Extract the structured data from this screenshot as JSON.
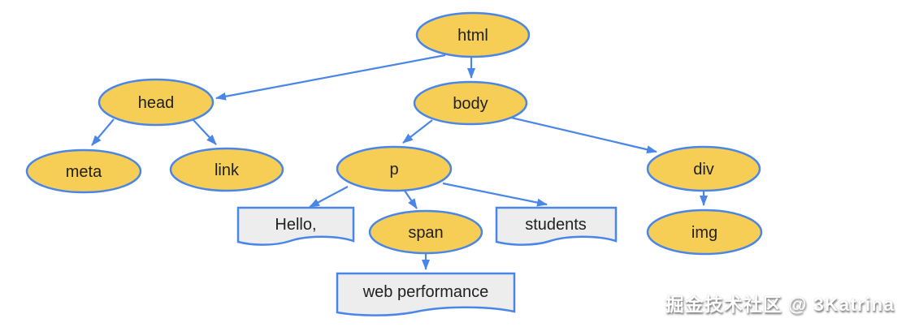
{
  "diagram": {
    "type": "dom-tree",
    "background": "#ffffff",
    "colors": {
      "element_node_fill": "#f7ce55",
      "element_node_stroke": "#4a86e8",
      "text_node_fill": "#ededee",
      "text_node_stroke": "#4a86e8",
      "arrow": "#4a86e8",
      "label": "#212121"
    },
    "nodes": {
      "html": "html",
      "head": "head",
      "body": "body",
      "meta": "meta",
      "link": "link",
      "p": "p",
      "div": "div",
      "span": "span",
      "img": "img",
      "hello": "Hello,",
      "students": "students",
      "web_performance": "web performance"
    },
    "edges": [
      {
        "from": "html",
        "to": "head"
      },
      {
        "from": "html",
        "to": "body"
      },
      {
        "from": "head",
        "to": "meta"
      },
      {
        "from": "head",
        "to": "link"
      },
      {
        "from": "body",
        "to": "p"
      },
      {
        "from": "body",
        "to": "div"
      },
      {
        "from": "p",
        "to": "hello"
      },
      {
        "from": "p",
        "to": "span"
      },
      {
        "from": "p",
        "to": "students"
      },
      {
        "from": "span",
        "to": "web_performance"
      },
      {
        "from": "div",
        "to": "img"
      }
    ],
    "watermark": "掘金技术社区 @ 3Katrina"
  }
}
